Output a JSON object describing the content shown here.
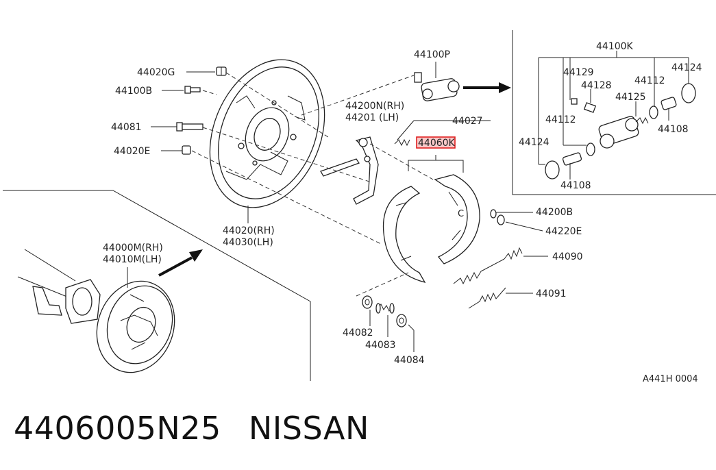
{
  "highlight": {
    "part": "44060K",
    "color": "#e02020"
  },
  "parts": {
    "p44020G": "44020G",
    "p44100B": "44100B",
    "p44081": "44081",
    "p44020E": "44020E",
    "p44020RH": "44020(RH)",
    "p44030LH": "44030(LH)",
    "p44000M": "44000M(RH)",
    "p44010M": "44010M(LH)",
    "p44100P": "44100P",
    "p44200N": "44200N(RH)",
    "p44201": "44201 (LH)",
    "p44027": "44027",
    "p44060K": "44060K",
    "p44200B": "44200B",
    "p44220E": "44220E",
    "p44090": "44090",
    "p44091": "44091",
    "p44082": "44082",
    "p44083": "44083",
    "p44084": "44084",
    "i44100K": "44100K",
    "i44129": "44129",
    "i44128": "44128",
    "i44125": "44125",
    "i44112a": "44112",
    "i44112b": "44112",
    "i44124a": "44124",
    "i44124b": "44124",
    "i44108a": "44108",
    "i44108b": "44108"
  },
  "diagram_ref": "A441H 0004",
  "footer": {
    "part_number": "4406005N25",
    "brand": "NISSAN"
  }
}
